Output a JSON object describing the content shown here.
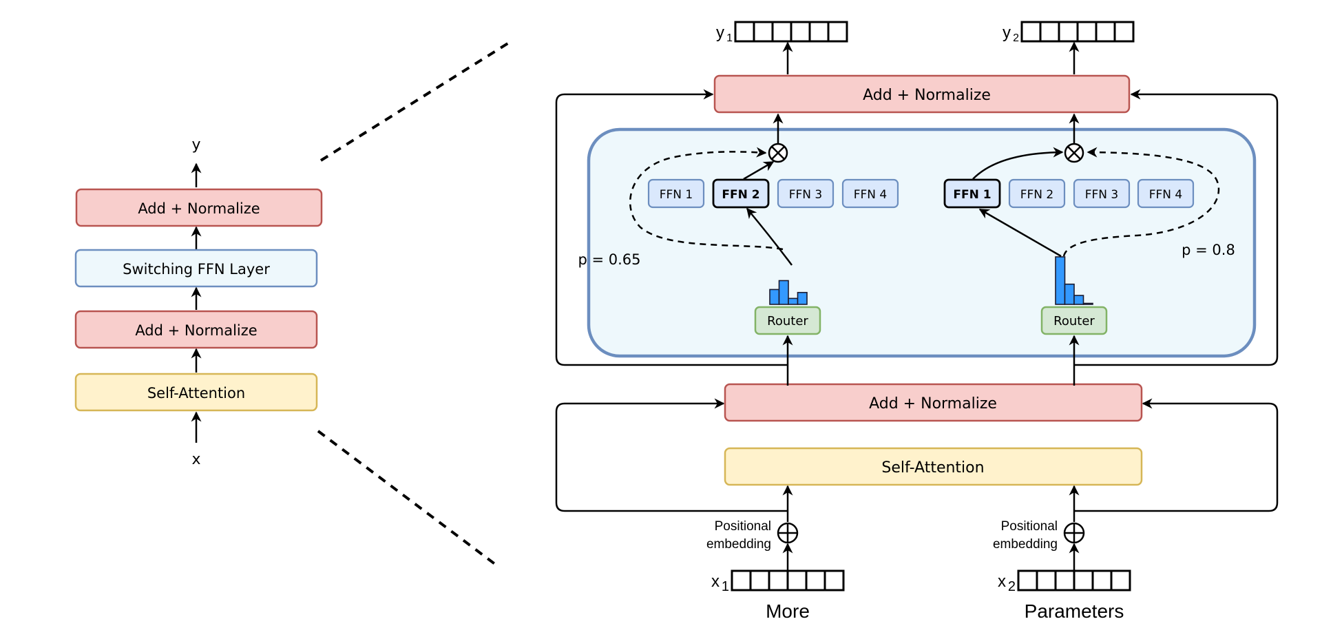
{
  "left_stack": {
    "output_label": "y",
    "input_label": "x",
    "blocks": [
      {
        "label": "Add + Normalize",
        "style": "red"
      },
      {
        "label": "Switching FFN Layer",
        "style": "blue"
      },
      {
        "label": "Add + Normalize",
        "style": "red"
      },
      {
        "label": "Self-Attention",
        "style": "yellow"
      }
    ]
  },
  "expanded": {
    "top_norm_label": "Add + Normalize",
    "bottom_norm_label": "Add + Normalize",
    "attention_label": "Self-Attention",
    "columns": [
      {
        "output_label": "y",
        "output_sub": "1",
        "input_label": "x",
        "input_sub": "1",
        "token": "More",
        "pos_label_line1": "Positional",
        "pos_label_line2": "embedding",
        "router_label": "Router",
        "probability_label": "p = 0.65",
        "selected_expert": 2,
        "experts": [
          "FFN 1",
          "FFN 2",
          "FFN 3",
          "FFN 4"
        ],
        "router_distribution": [
          0.25,
          0.4,
          0.1,
          0.2
        ]
      },
      {
        "output_label": "y",
        "output_sub": "2",
        "input_label": "x",
        "input_sub": "2",
        "token": "Parameters",
        "pos_label_line1": "Positional",
        "pos_label_line2": "embedding",
        "router_label": "Router",
        "probability_label": "p = 0.8",
        "selected_expert": 1,
        "experts": [
          "FFN 1",
          "FFN 2",
          "FFN 3",
          "FFN 4"
        ],
        "router_distribution": [
          0.8,
          0.34,
          0.15,
          0.01
        ]
      }
    ],
    "vector_cells": 6
  },
  "colors": {
    "norm_fill": "#f8cecc",
    "norm_stroke": "#b85450",
    "ffn_fill": "#dae8fc",
    "ffn_stroke": "#6c8ebf",
    "attention_fill": "#fff2cc",
    "attention_stroke": "#d6b656",
    "router_fill": "#d5e8d4",
    "router_stroke": "#82b366",
    "bar_fill": "#3399ff"
  }
}
